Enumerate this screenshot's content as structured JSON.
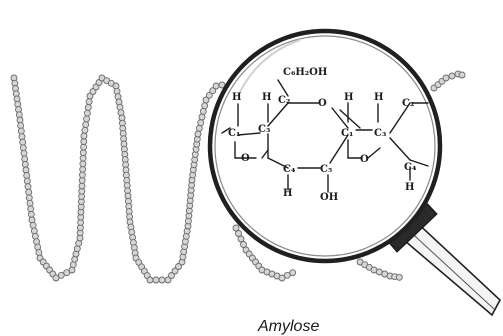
{
  "caption": "Amylose",
  "molecule": {
    "side_group": "C₆H₂OH",
    "ring_left": [
      "H",
      "C₁",
      "O",
      "H",
      "C₂",
      "C₃",
      "H",
      "C₄"
    ],
    "bridge_oxygen": "O",
    "ring_right": [
      "H",
      "C₁",
      "H",
      "C₅",
      "C₂",
      "C₃",
      "C₄",
      "H",
      "OH"
    ],
    "bridge_oxygen_bottom": "O"
  },
  "icons": {
    "chain": "amylose-bead-chain",
    "magnifier": "magnifying-glass-icon"
  }
}
